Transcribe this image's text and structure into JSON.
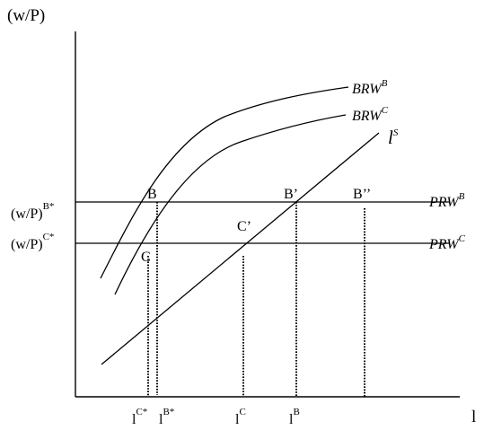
{
  "axes": {
    "y_label": "(w/P)",
    "x_label": "l"
  },
  "curves": {
    "brw_b": {
      "base": "BRW",
      "sup": "B"
    },
    "brw_c": {
      "base": "BRW",
      "sup": "C"
    },
    "ls": {
      "base": "l",
      "sup": "S"
    }
  },
  "horizontal_lines": {
    "prw_b": {
      "base": "PRW",
      "sup": "B"
    },
    "prw_c": {
      "base": "PRW",
      "sup": "C"
    }
  },
  "wage_levels": {
    "wb": {
      "base": "(w/P)",
      "sup": "B*"
    },
    "wc": {
      "base": "(w/P)",
      "sup": "C*"
    }
  },
  "points": {
    "b": "B",
    "c": "C",
    "b_prime": "B’",
    "c_prime": "C’",
    "b_double_prime": "B’’"
  },
  "x_ticks": {
    "lc_star": {
      "base": "l",
      "sup": "C*"
    },
    "lb_star": {
      "base": "l",
      "sup": "B*"
    },
    "lc": {
      "base": "l",
      "sup": "C"
    },
    "lb": {
      "base": "l",
      "sup": "B"
    }
  },
  "colors": {
    "line": "#000000",
    "background": "#ffffff"
  }
}
